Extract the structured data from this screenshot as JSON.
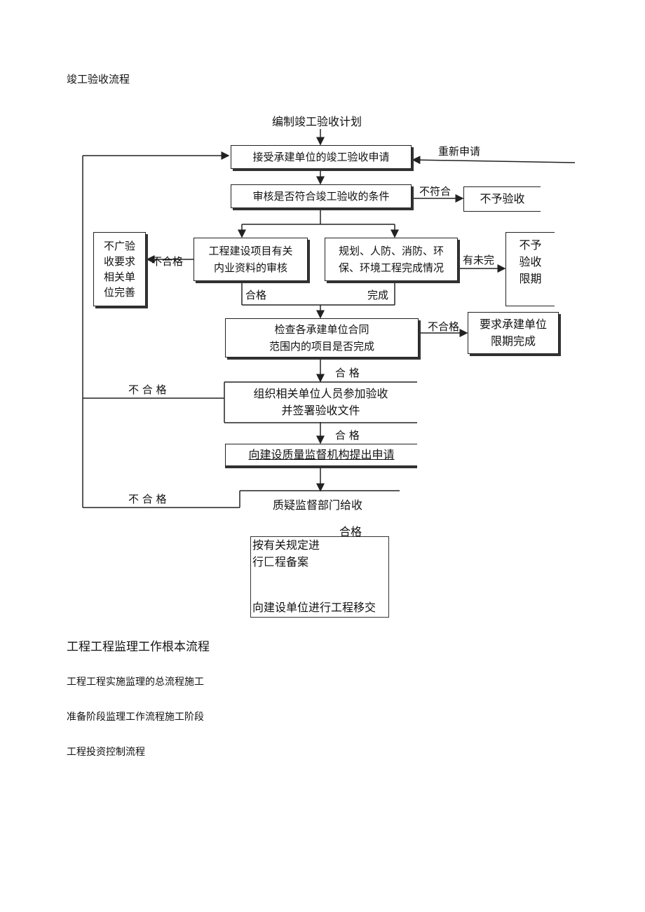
{
  "doc": {
    "section_title": "竣工验收流程",
    "heading2": "工程工程监理工作根本流程",
    "lines": [
      "工程工程实施监理的总流程施工",
      "准备阶段监理工作流程施工阶段",
      "工程投资控制流程"
    ]
  },
  "flow": {
    "start": "编制竣工验收计划",
    "receive": "接受承建单位的竣工验收申请",
    "reapply": "重新申请",
    "review": "审核是否符合竣工验收的条件",
    "not_match": "不符合",
    "no_accept": "不予验收",
    "project_doc_review": [
      "工程建设项目有关",
      "内业资料的审核"
    ],
    "planning_check": [
      "规划、人防、消防、环",
      "保、环境工程完成情况"
    ],
    "left_fail": "不合格",
    "left_box": [
      "不广验",
      "收要求",
      "相关单",
      "位完善"
    ],
    "right_unfinished": "有未完",
    "right_box": [
      "不予",
      "验收",
      "限期"
    ],
    "pass1": "合格",
    "done1": "完成",
    "contract_check": [
      "检查各承建单位合同",
      "范围内的项目是否完成"
    ],
    "contract_fail": "不合格",
    "contract_fail_box": [
      "要求承建单位",
      "限期完成"
    ],
    "pass2": "合  格",
    "fail_mid": "不  合  格",
    "organize": [
      "组织相关单位人员参加验收",
      "并签署验收文件"
    ],
    "pass3": "合  格",
    "submit": "向建设质量监督机构提出申请",
    "fail_bottom": "不  合  格",
    "quality_dept": "质疑监督部门给收",
    "pass4": "合格",
    "final_box": [
      "按有关规定进",
      "行匚程备案",
      "向建设单位进行工程移交"
    ]
  }
}
